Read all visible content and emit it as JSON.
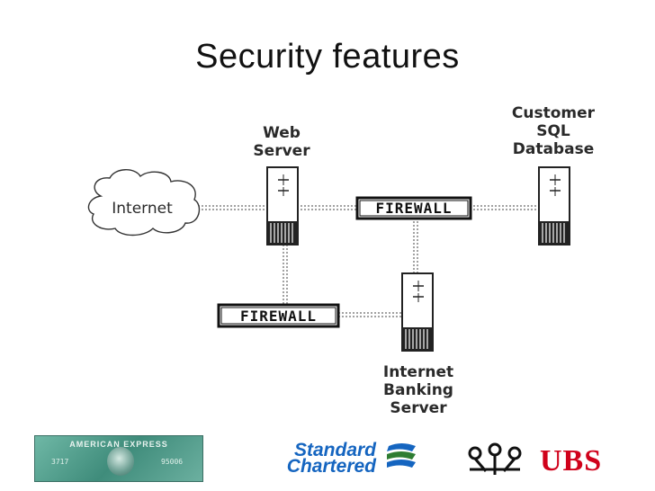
{
  "title": "Security features",
  "nodes": {
    "internet": "Internet",
    "web_server": [
      "Web",
      "Server"
    ],
    "database": [
      "Customer",
      "SQL",
      "Database"
    ],
    "banking_server": [
      "Internet",
      "Banking",
      "Server"
    ],
    "firewall_top": "FIREWALL",
    "firewall_bottom": "FIREWALL"
  },
  "logos": {
    "amex": {
      "text": "AMERICAN EXPRESS",
      "num_left": "3717",
      "num_right": "95006"
    },
    "standard_chartered": [
      "Standard",
      "Chartered"
    ],
    "ubs": "UBS"
  },
  "colors": {
    "sc_blue": "#1565c0",
    "sc_green": "#2e7d32",
    "ubs_red": "#d0021b",
    "amex_green": "#4f9b88"
  }
}
